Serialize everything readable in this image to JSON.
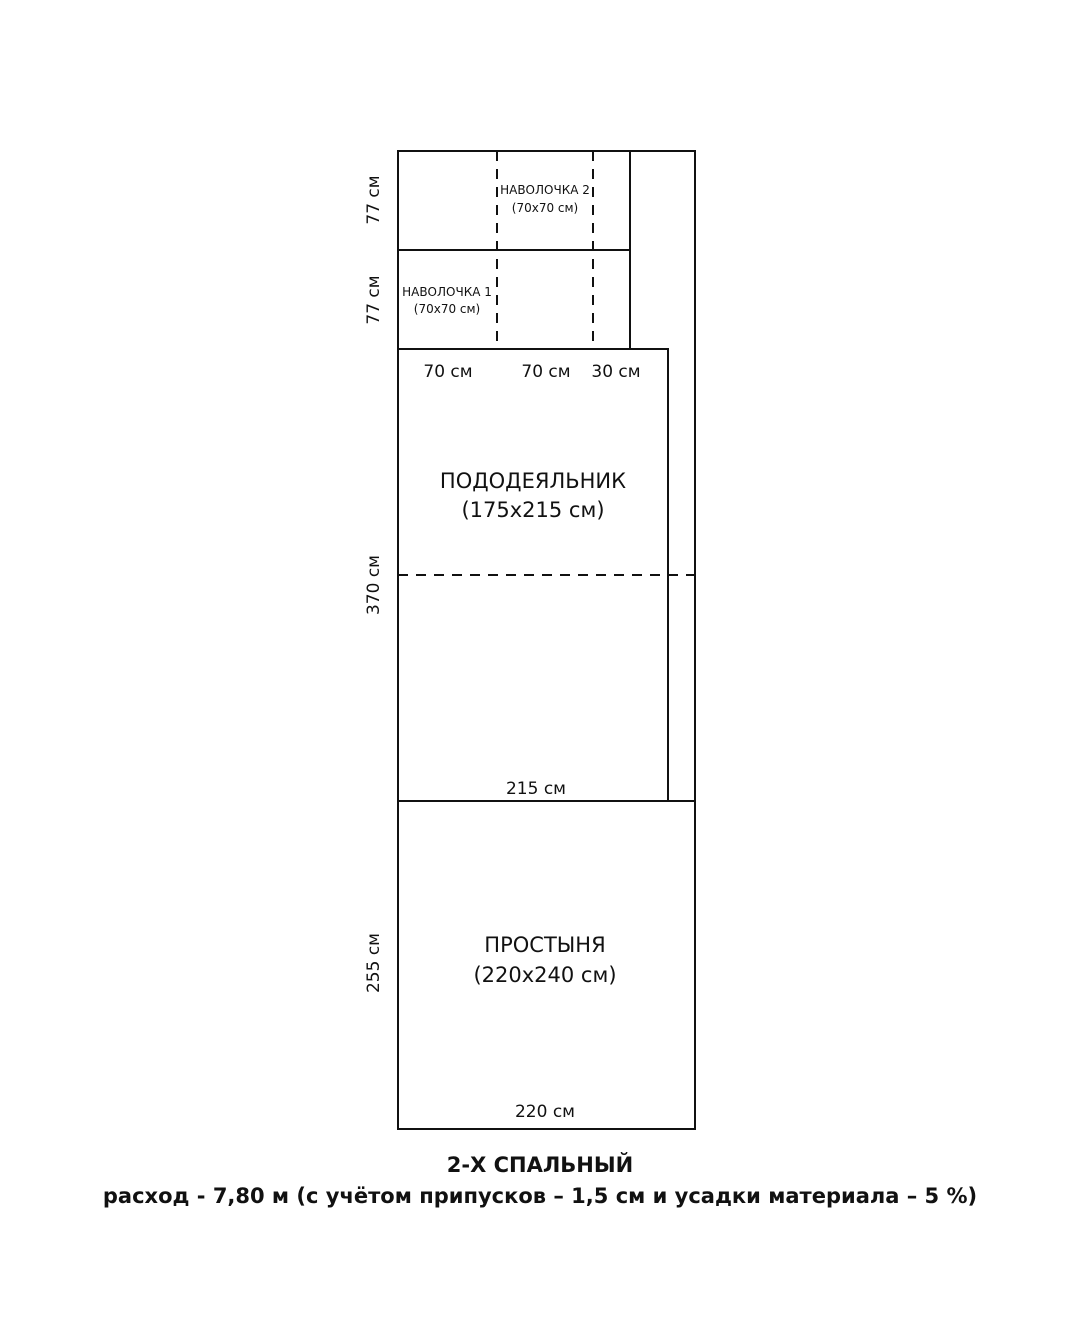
{
  "pillow2": {
    "name": "НАВОЛОЧКА 2",
    "size": "(70х70 см)"
  },
  "pillow1": {
    "name": "НАВОЛОЧКА 1",
    "size": "(70х70 см)"
  },
  "row_heights": {
    "pillow2": "77 см",
    "pillow1": "77 см",
    "duvet": "370 см",
    "sheet": "255 см"
  },
  "widths": {
    "col1": "70 см",
    "col2": "70 см",
    "col3": "30 см",
    "duvet": "215 см",
    "sheet": "220 см"
  },
  "duvet": {
    "name": "ПОДОДЕЯЛЬНИК",
    "size": "(175х215 см)"
  },
  "sheet": {
    "name": "ПРОСТЫНЯ",
    "size": "(220х240 см)"
  },
  "caption": {
    "title": "2-Х СПАЛЬНЫЙ",
    "subtitle": "расход - 7,80 м (с учётом припусков – 1,5 см и усадки материала – 5 %)"
  }
}
